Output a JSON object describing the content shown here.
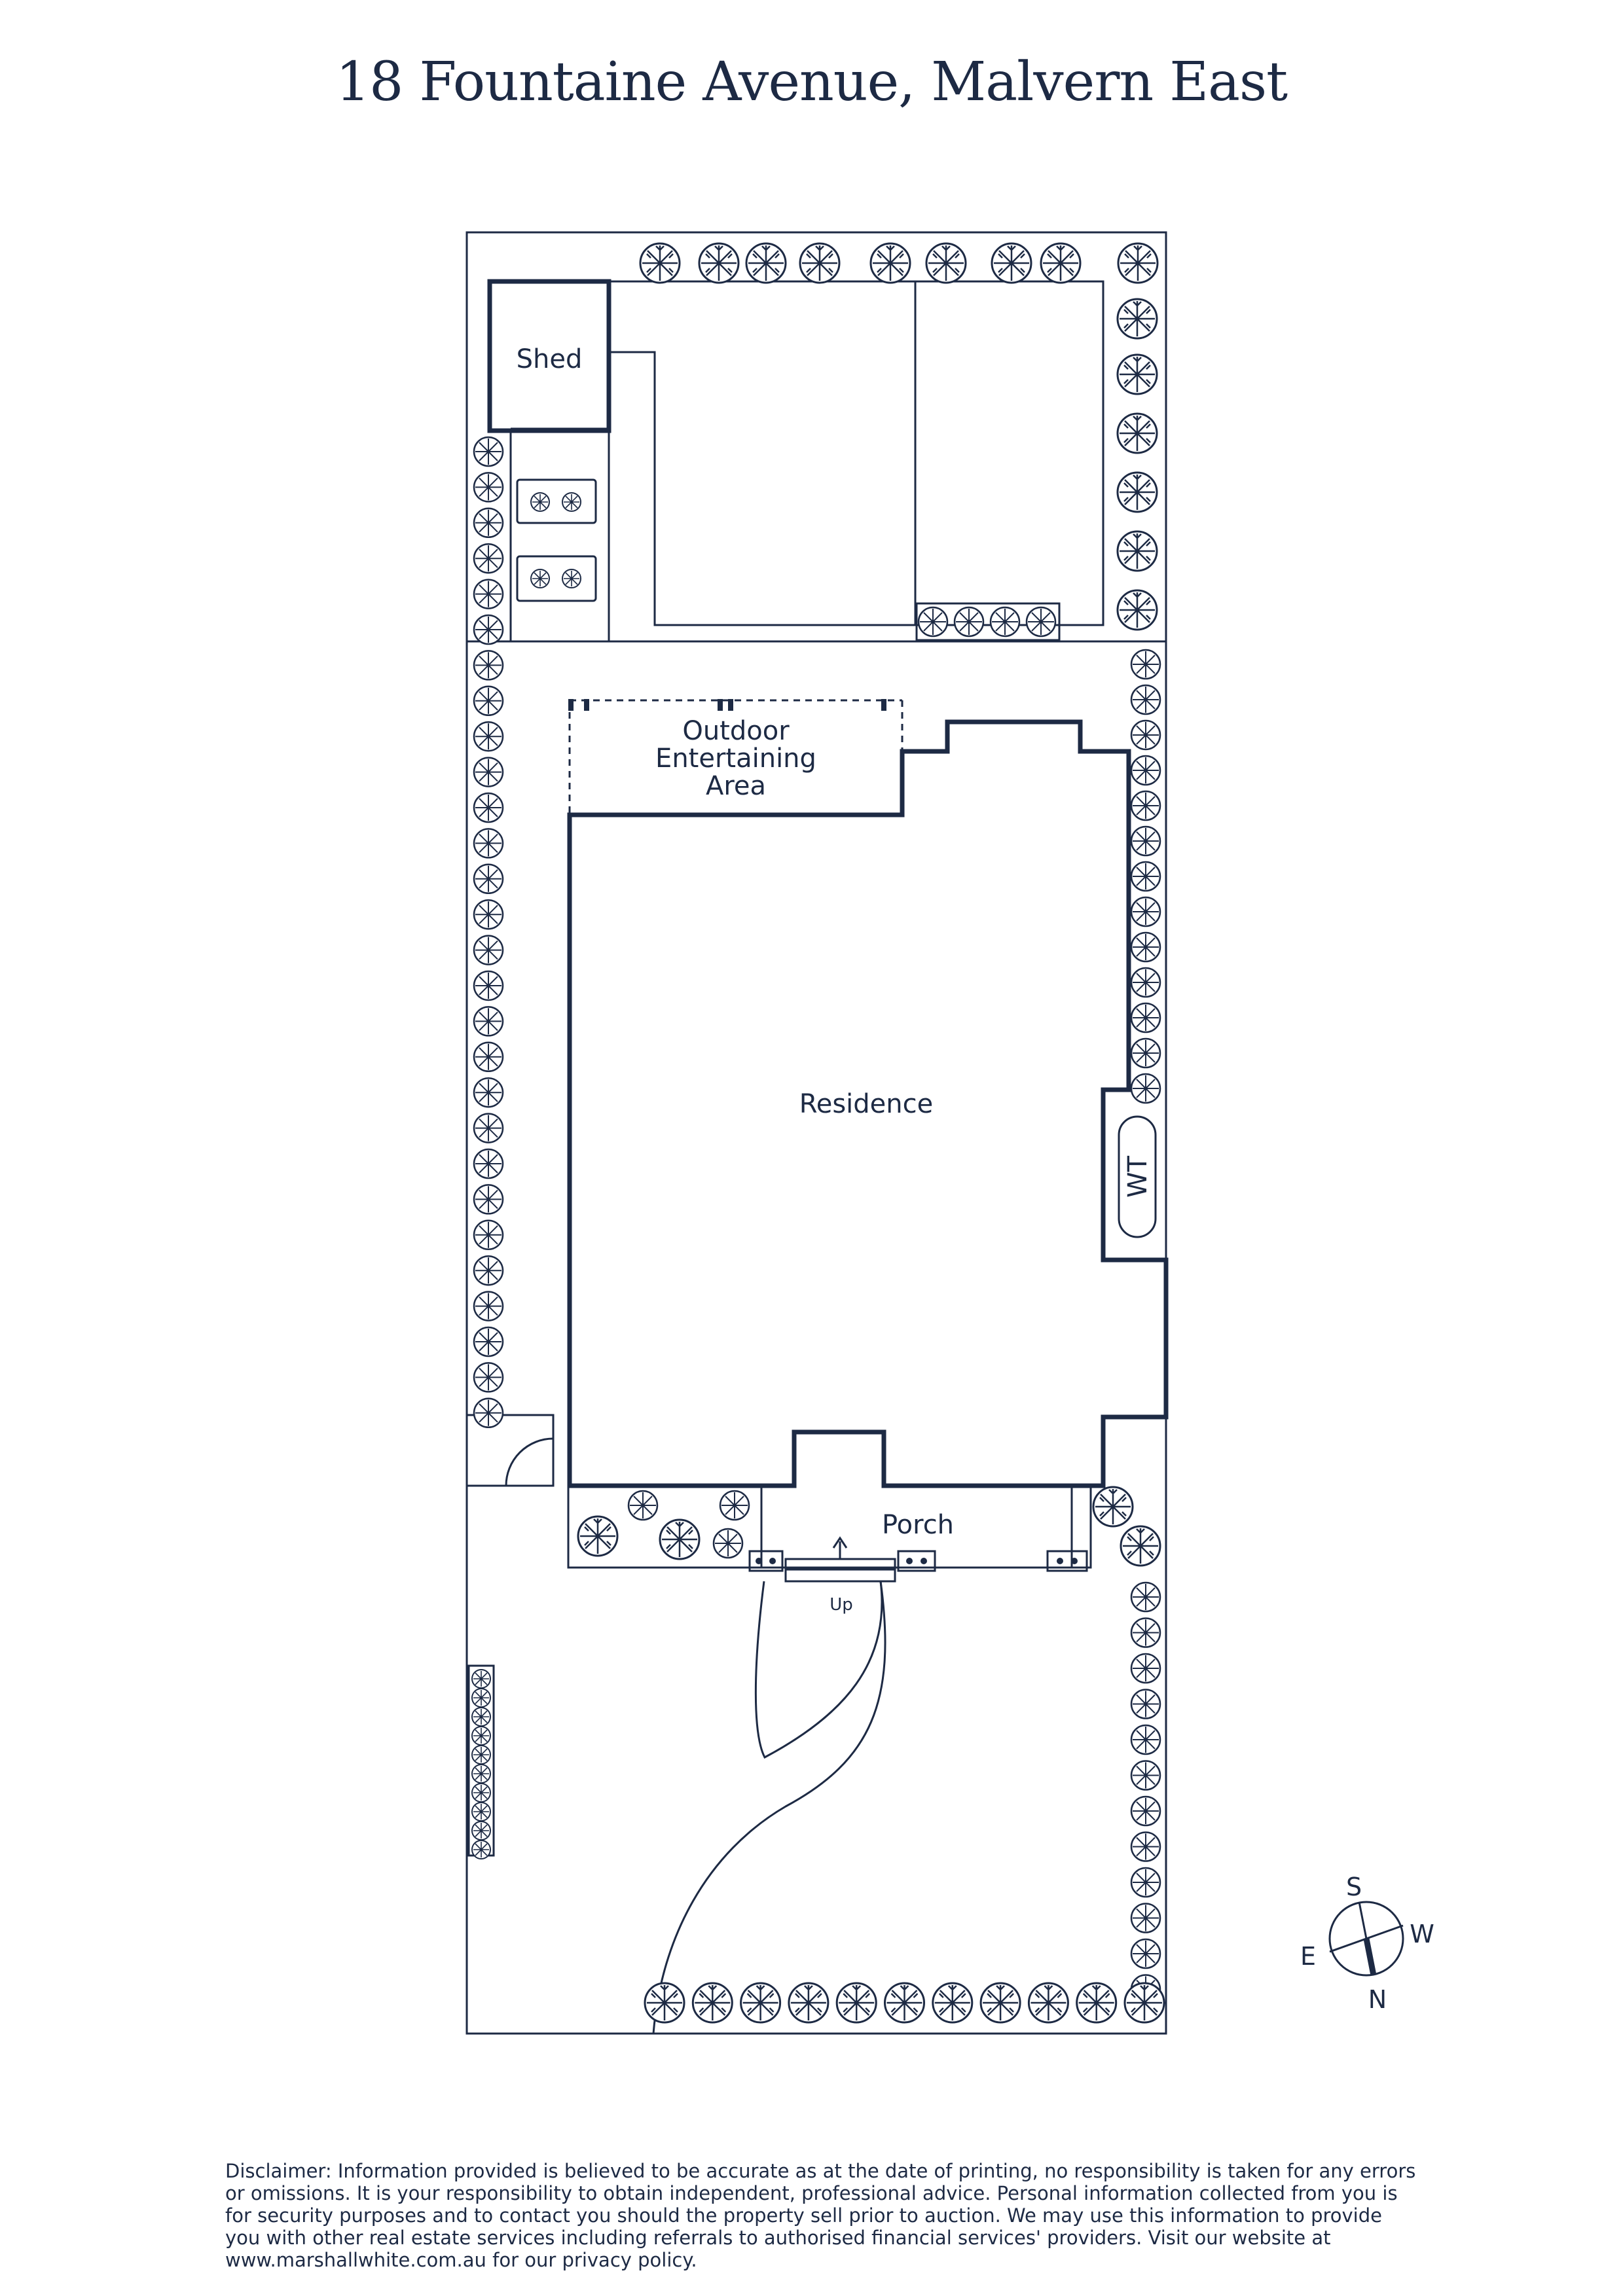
{
  "title": "18 Fountaine Avenue, Malvern East",
  "rooms": {
    "shed": "Shed",
    "outdoor_1": "Outdoor",
    "outdoor_2": "Entertaining",
    "outdoor_3": "Area",
    "residence": "Residence",
    "wt": "WT",
    "porch": "Porch",
    "up": "Up"
  },
  "compass": {
    "s": "S",
    "w": "W",
    "e": "E",
    "n": "N"
  },
  "disclaimer": "Disclaimer: Information provided is believed to be accurate as at the date of printing, no responsibility is taken for any errors or omissions. It is your responsibility to obtain independent, professional advice. Personal information collected from you is for security purposes and to contact you should the property sell prior to auction. We may use this information to provide you with other real estate services including referrals to authorised financial services' providers. Visit our website at www.marshallwhite.com.au for our privacy policy.",
  "colors": {
    "ink": "#1d2a44",
    "background": "#ffffff"
  }
}
